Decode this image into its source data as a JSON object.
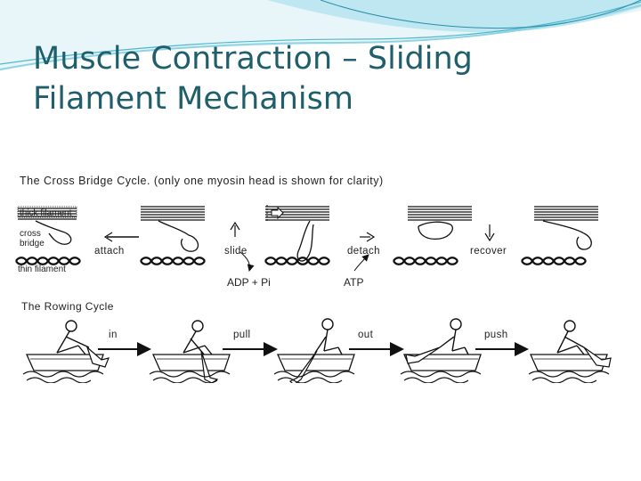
{
  "slide": {
    "title_line1": "Muscle Contraction – Sliding",
    "title_line2": "Filament Mechanism",
    "accent_color": "#1f5f6b",
    "wave_colors": [
      "#8fd3e3",
      "#4fb7cf",
      "#2a8fa8"
    ]
  },
  "figure": {
    "cross_bridge_heading": "The Cross Bridge Cycle. (only one myosin head is shown for clarity)",
    "labels": {
      "thick_filament": "thick filament",
      "cross_bridge_line1": "cross",
      "cross_bridge_line2": "bridge",
      "thin_filament": "thin filament"
    },
    "steps": [
      "attach",
      "slide",
      "detach",
      "recover"
    ],
    "chemicals": {
      "adp": "ADP + Pi",
      "atp": "ATP"
    },
    "rowing_heading": "The Rowing Cycle",
    "rowing_steps": [
      "in",
      "pull",
      "out",
      "push"
    ],
    "icons": [
      "arrow-left-icon",
      "arrow-up-icon",
      "arrow-right-icon",
      "arrow-down-icon",
      "hollow-arrow-icon",
      "rower-icon",
      "boat-icon",
      "water-wave-icon"
    ]
  }
}
